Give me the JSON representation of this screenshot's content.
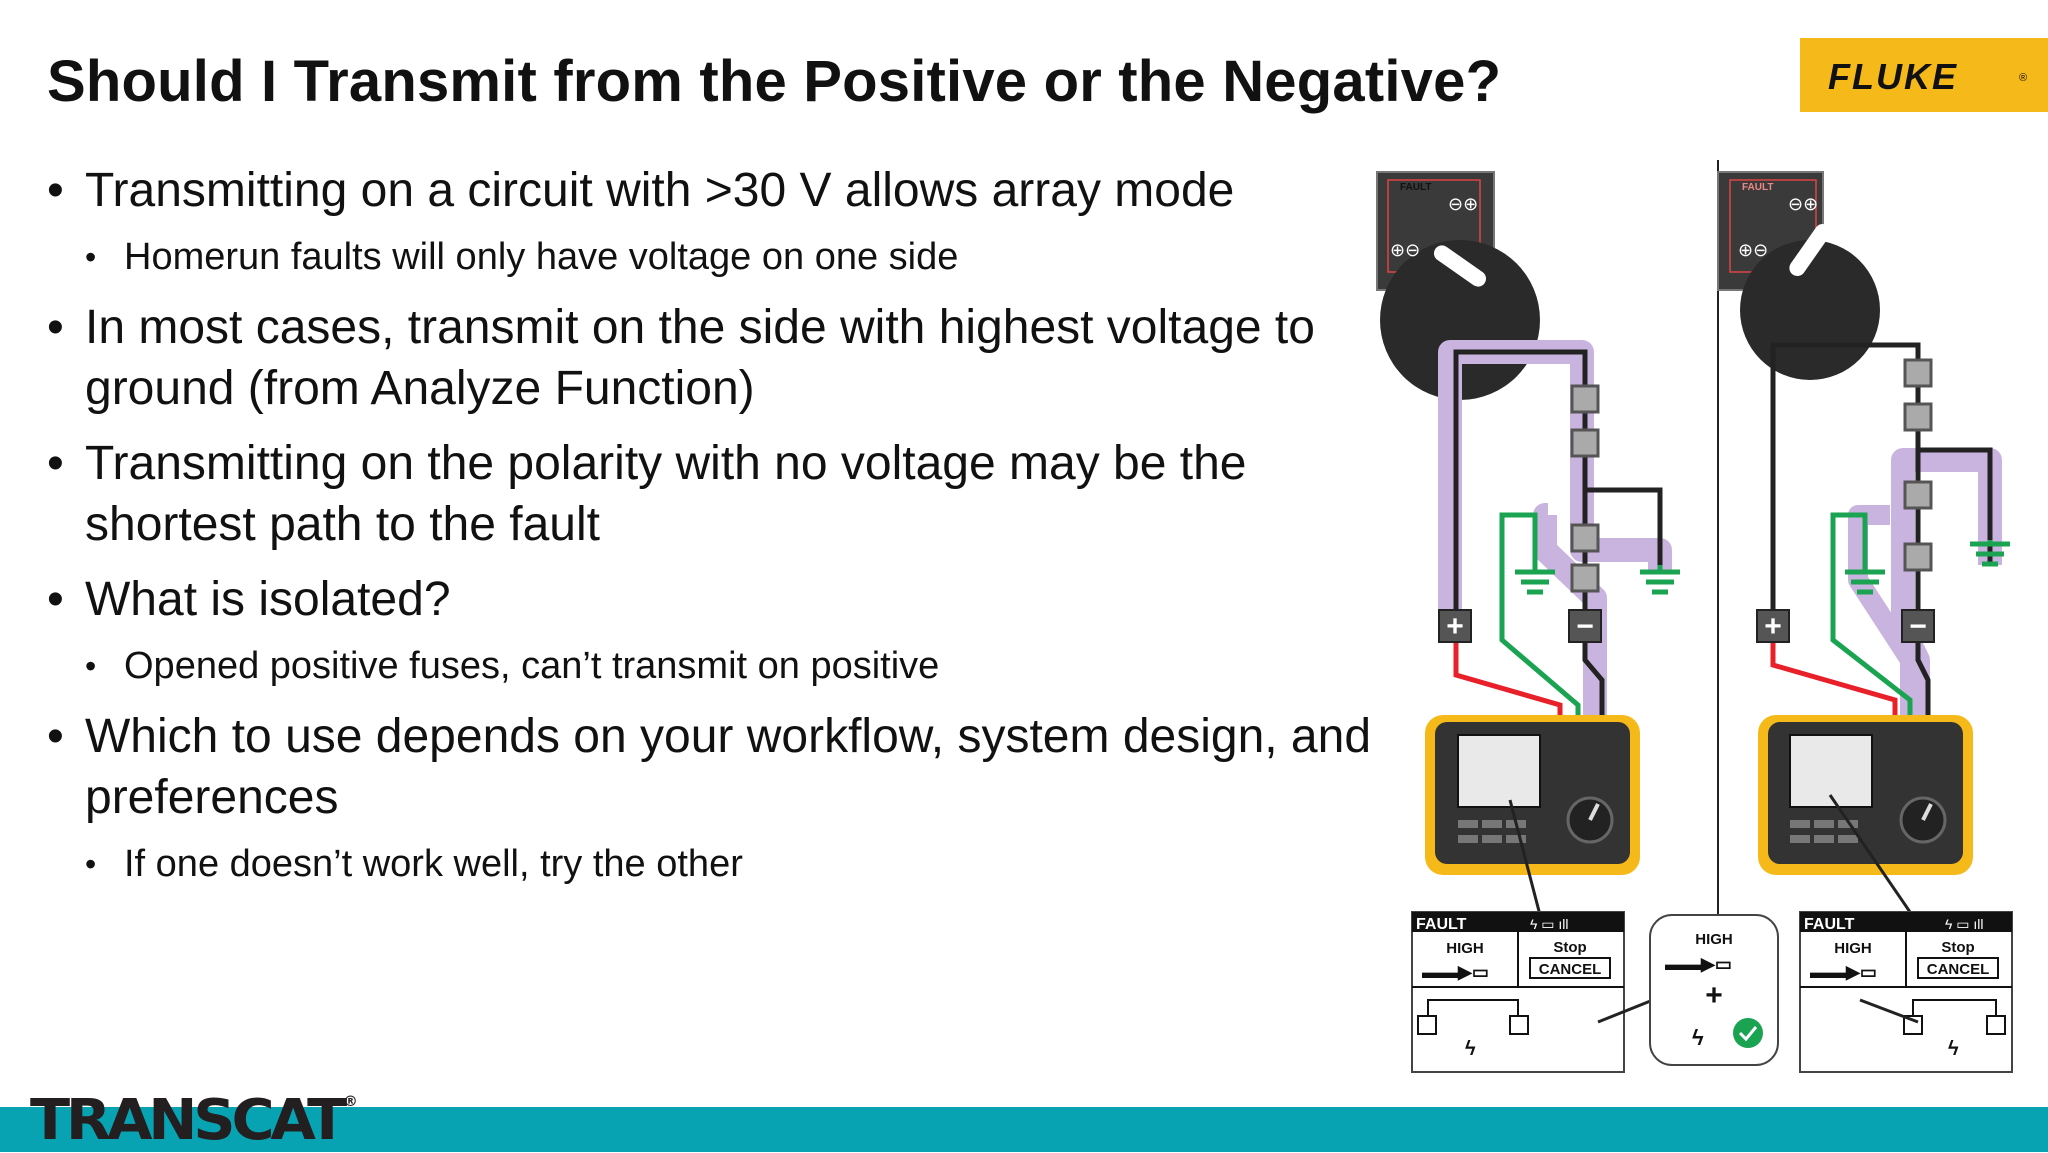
{
  "title": "Should I Transmit from the Positive or the Negative?",
  "brand": {
    "fluke": "FLUKE",
    "fluke_reg": "®",
    "transcat": "TRANSCAT",
    "transcat_reg": "®"
  },
  "bullets": [
    {
      "level": 1,
      "text": "Transmitting on a circuit with >30 V allows array mode"
    },
    {
      "level": 2,
      "text": "Homerun faults will only have voltage on one side"
    },
    {
      "level": 1,
      "text": "In most cases, transmit on the side with highest voltage to ground (from Analyze Function)"
    },
    {
      "level": 1,
      "text": "Transmitting on the polarity with no voltage may be the shortest path to the fault"
    },
    {
      "level": 1,
      "text": "What is isolated?"
    },
    {
      "level": 2,
      "text": "Opened positive fuses, can’t transmit on positive"
    },
    {
      "level": 1,
      "text": "Which to use depends on your workflow, system design, and preferences"
    },
    {
      "level": 2,
      "text": "If one doesn’t work well, try the other"
    }
  ],
  "diagram": {
    "dial_label": "FAULT",
    "plus_symbol": "+",
    "minus_symbol": "−",
    "screen_left": {
      "mode": "FAULT",
      "high": "HIGH",
      "stop": "Stop",
      "cancel": "CANCEL"
    },
    "screen_center": {
      "high": "HIGH",
      "plus": "+"
    },
    "screen_right": {
      "mode": "FAULT",
      "high": "HIGH",
      "stop": "Stop",
      "cancel": "CANCEL"
    },
    "colors": {
      "fluke_yellow": "#f6b91a",
      "footer_teal": "#08a3b3",
      "wire_positive": "#e8202a",
      "wire_ground": "#1aa351",
      "wire_negative": "#222222",
      "fault_path": "#c9b3df",
      "check_green": "#1aa351"
    }
  }
}
